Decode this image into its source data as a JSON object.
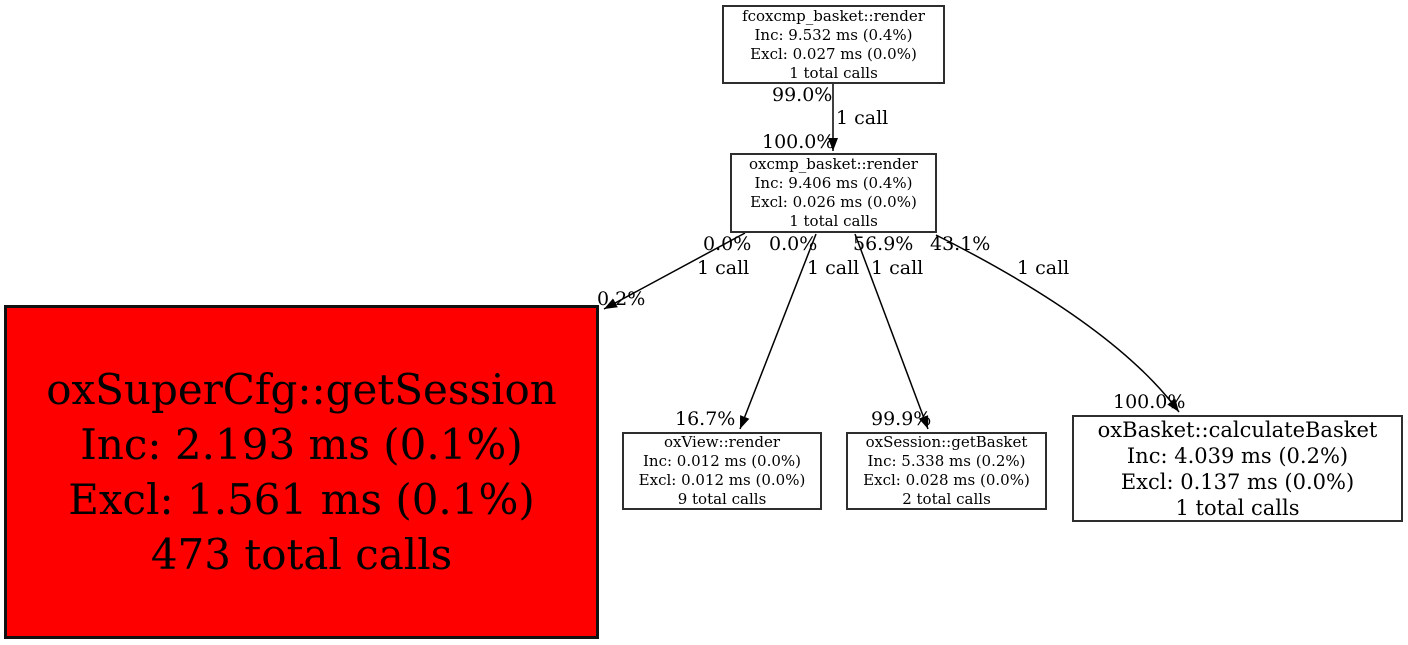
{
  "diagram": {
    "type": "profiler-call-graph",
    "background": "#ffffff"
  },
  "colors": {
    "hot_node_fill": "#ff0000",
    "node_fill": "#ffffff",
    "node_border": "#2e2e2e",
    "edge_color": "#000000",
    "text_color": "#000000"
  },
  "nodes": {
    "fcoxcmp_render": {
      "title": "fcoxcmp_basket::render",
      "inc": "Inc: 9.532 ms (0.4%)",
      "excl": "Excl: 0.027 ms (0.0%)",
      "calls": "1 total calls"
    },
    "oxcmp_render": {
      "title": "oxcmp_basket::render",
      "inc": "Inc: 9.406 ms (0.4%)",
      "excl": "Excl: 0.026 ms (0.0%)",
      "calls": "1 total calls"
    },
    "oxsupercfg_getsession": {
      "title": "oxSuperCfg::getSession",
      "inc": "Inc: 2.193 ms (0.1%)",
      "excl": "Excl: 1.561 ms (0.1%)",
      "calls": "473 total calls"
    },
    "oxview_render": {
      "title": "oxView::render",
      "inc": "Inc: 0.012 ms (0.0%)",
      "excl": "Excl: 0.012 ms (0.0%)",
      "calls": "9 total calls"
    },
    "oxsession_getbasket": {
      "title": "oxSession::getBasket",
      "inc": "Inc: 5.338 ms (0.2%)",
      "excl": "Excl: 0.028 ms (0.0%)",
      "calls": "2 total calls"
    },
    "oxbasket_calculatebasket": {
      "title": "oxBasket::calculateBasket",
      "inc": "Inc: 4.039 ms (0.2%)",
      "excl": "Excl: 0.137 ms (0.0%)",
      "calls": "1 total calls"
    }
  },
  "edges": {
    "fcoxcmp_to_oxcmp": {
      "source_pct": "99.0%",
      "calls": "1 call",
      "target_pct": "100.0%"
    },
    "oxcmp_to_getsession": {
      "source_pct": "0.0%",
      "calls": "1 call",
      "target_pct": "0.2%"
    },
    "oxcmp_to_oxview": {
      "source_pct": "0.0%",
      "calls": "1 call",
      "target_pct": "16.7%"
    },
    "oxcmp_to_getbasket": {
      "source_pct": "56.9%",
      "calls": "1 call",
      "target_pct": "99.9%"
    },
    "oxcmp_to_calculatebasket": {
      "source_pct": "43.1%",
      "calls": "1 call",
      "target_pct": "100.0%"
    }
  }
}
